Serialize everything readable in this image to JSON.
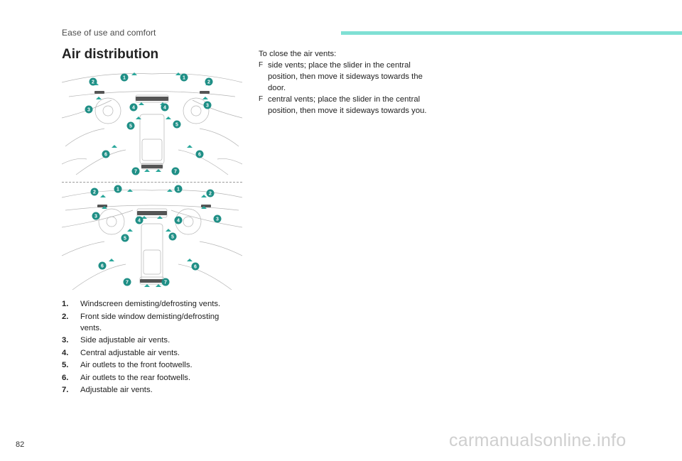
{
  "header": {
    "section": "Ease of use and comfort",
    "accent_color": "#7fe0d4"
  },
  "page_title": "Air distribution",
  "diagram": {
    "callout_color": "#1f8f86",
    "airflow_color": "#2aa79b",
    "line_color": "#b5b5b5"
  },
  "legend": [
    {
      "num": "1.",
      "text": "Windscreen demisting/defrosting vents."
    },
    {
      "num": "2.",
      "text": "Front side window demisting/defrosting vents."
    },
    {
      "num": "3.",
      "text": "Side adjustable air vents."
    },
    {
      "num": "4.",
      "text": "Central adjustable air vents."
    },
    {
      "num": "5.",
      "text": "Air outlets to the front footwells."
    },
    {
      "num": "6.",
      "text": "Air outlets to the rear footwells."
    },
    {
      "num": "7.",
      "text": "Adjustable air vents."
    }
  ],
  "close_vents": {
    "intro": "To close the air vents:",
    "items": [
      {
        "mark": "F",
        "text": "side vents; place the slider in the central position, then move it sideways towards the door."
      },
      {
        "mark": "F",
        "text": "central vents; place the slider in the central position, then move it sideways towards you."
      }
    ]
  },
  "page_number": "82",
  "watermark": "carmanualsonline.info"
}
